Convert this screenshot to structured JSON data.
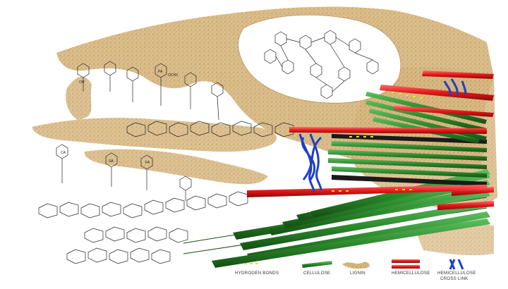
{
  "colors": {
    "background": "#ffffff",
    "lignin": "#d8b77e",
    "lignin_speckle": "#8a6a3a",
    "cellulose": "#2e8b2e",
    "cellulose_dark": "#134f13",
    "hemicellulose": "#e01818",
    "crosslink": "#1f3fc8",
    "hydrogen_bond": "#f0e020",
    "structure_line": "#222222"
  },
  "legend": {
    "hydrogen_bonds": "HYDROGEN BONDS",
    "cellulose": "CELLULOSE",
    "lignin": "LIGNIN",
    "hemicellulose": "HEMICELLULOSE",
    "crosslink_line1": "HEMICELLULOSE",
    "crosslink_line2": "CROSS LINK"
  },
  "ring_labels": {
    "ca_label": "CA",
    "sa_label": "SA",
    "fa_label": "FA",
    "pa_label": "PA",
    "ocn_label": "OCH3",
    "oh_label": "OH"
  },
  "legend_icons": {
    "hydrogen_bonds": "dot-icon",
    "cellulose": "green-rod-icon",
    "lignin": "lignin-blob-icon",
    "hemicellulose": "red-rod-icon",
    "crosslink": "blue-crosslink-icon"
  }
}
